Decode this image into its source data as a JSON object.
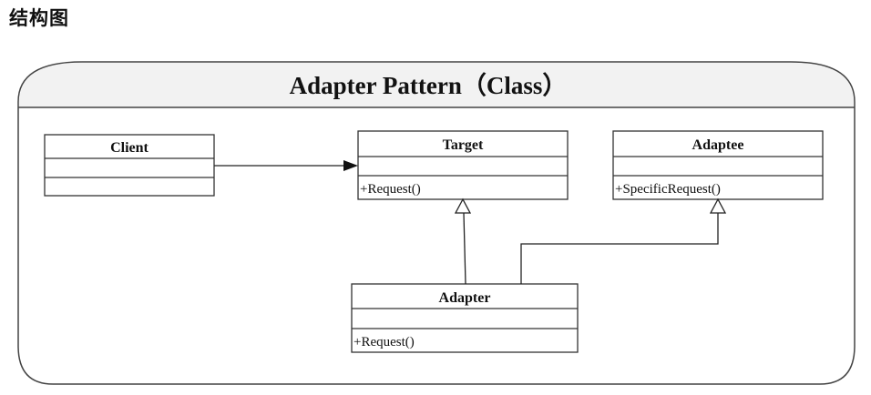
{
  "page": {
    "heading": "结构图"
  },
  "diagram": {
    "title": "Adapter Pattern（Class）",
    "classes": {
      "client": {
        "name": "Client",
        "attributes": "",
        "methods": ""
      },
      "target": {
        "name": "Target",
        "attributes": "",
        "methods": "+Request()"
      },
      "adaptee": {
        "name": "Adaptee",
        "attributes": "",
        "methods": "+SpecificRequest()"
      },
      "adapter": {
        "name": "Adapter",
        "attributes": "",
        "methods": "+Request()"
      }
    },
    "relations": [
      {
        "from": "Client",
        "to": "Target",
        "kind": "association"
      },
      {
        "from": "Adapter",
        "to": "Target",
        "kind": "generalization"
      },
      {
        "from": "Adapter",
        "to": "Adaptee",
        "kind": "generalization"
      }
    ]
  }
}
